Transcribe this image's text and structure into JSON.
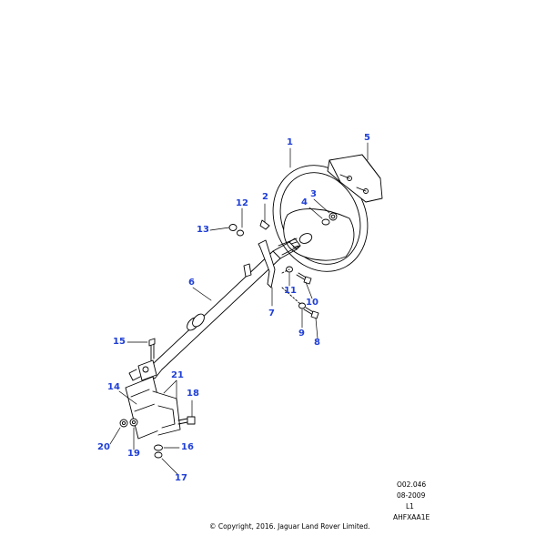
{
  "callouts": {
    "c1": "1",
    "c2": "2",
    "c3": "3",
    "c4": "4",
    "c5": "5",
    "c6": "6",
    "c7": "7",
    "c8": "8",
    "c9": "9",
    "c10": "10",
    "c11": "11",
    "c12": "12",
    "c13": "13",
    "c14": "14",
    "c15": "15",
    "c16": "16",
    "c17": "17",
    "c18": "18",
    "c19": "19",
    "c20": "20",
    "c21": "21"
  },
  "meta": {
    "ref_code": "O02.046",
    "date": "08-2009",
    "level": "L1",
    "illustration_id": "AHFXAA1E",
    "copyright": "© Copyright, 2016. Jaguar Land Rover Limited."
  },
  "colors": {
    "callout": "#1f3fd6",
    "line": "#000000"
  }
}
